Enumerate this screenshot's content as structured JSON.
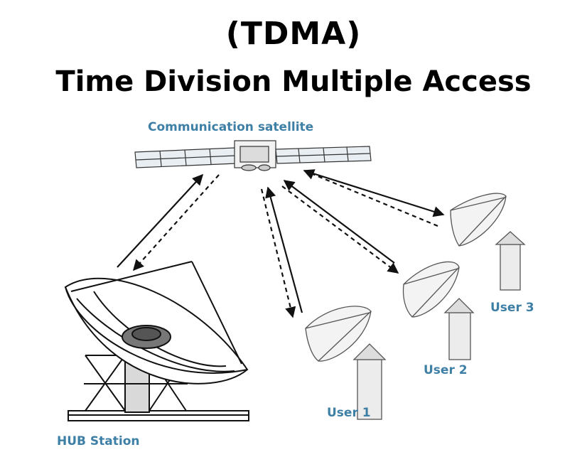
{
  "title": {
    "line1": "(TDMA)",
    "line2": "Time Division Multiple Access"
  },
  "labels": {
    "satellite": "Communication satellite",
    "hub": "HUB Station",
    "user1": "User 1",
    "user2": "User 2",
    "user3": "User 3"
  },
  "colors": {
    "label": "#3e7fa6",
    "title": "#000000",
    "line": "#111111"
  }
}
